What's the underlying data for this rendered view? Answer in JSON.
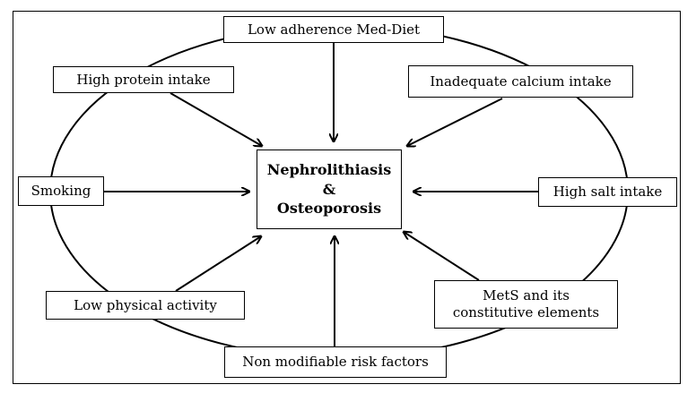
{
  "center": {
    "line1": "Nephrolithiasis",
    "line2": "&",
    "line3": "Osteoporosis"
  },
  "factors": {
    "top": "Low adherence Med-Diet",
    "top_left": "High protein intake",
    "top_right": "Inadequate calcium intake",
    "left": "Smoking",
    "right": "High salt intake",
    "bottom_left": "Low physical activity",
    "bottom_right_line1": "MetS and its",
    "bottom_right_line2": "constitutive elements",
    "bottom": "Non modifiable risk factors"
  }
}
